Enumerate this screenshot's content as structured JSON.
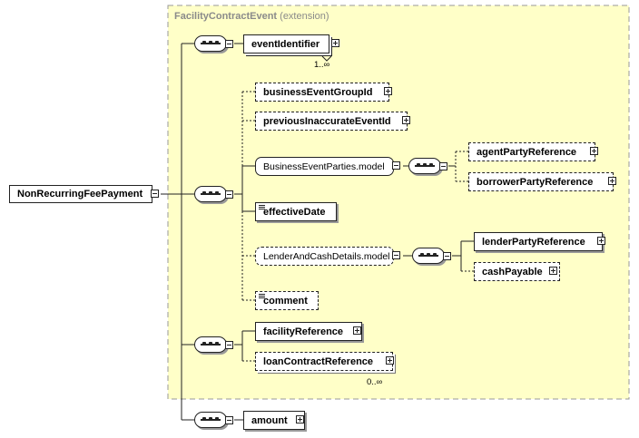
{
  "root": {
    "label": "NonRecurringFeePayment"
  },
  "extension": {
    "name": "FacilityContractEvent",
    "suffix": "(extension)"
  },
  "elements": {
    "eventIdentifier": "eventIdentifier",
    "eventIdentifier_card": "1..∞",
    "businessEventGroupId": "businessEventGroupId",
    "previousInaccurateEventId": "previousInaccurateEventId",
    "businessEventPartiesModel": "BusinessEventParties.model",
    "agentPartyReference": "agentPartyReference",
    "borrowerPartyReference": "borrowerPartyReference",
    "effectiveDate": "effectiveDate",
    "lenderAndCashDetailsModel": "LenderAndCashDetails.model",
    "lenderPartyReference": "lenderPartyReference",
    "cashPayable": "cashPayable",
    "comment": "comment",
    "facilityReference": "facilityReference",
    "loanContractReference": "loanContractReference",
    "loanContractReference_card": "0..∞",
    "amount": "amount"
  },
  "colors": {
    "extension_fill": "#ffffc8",
    "extension_border": "#999999",
    "line": "#222222"
  }
}
